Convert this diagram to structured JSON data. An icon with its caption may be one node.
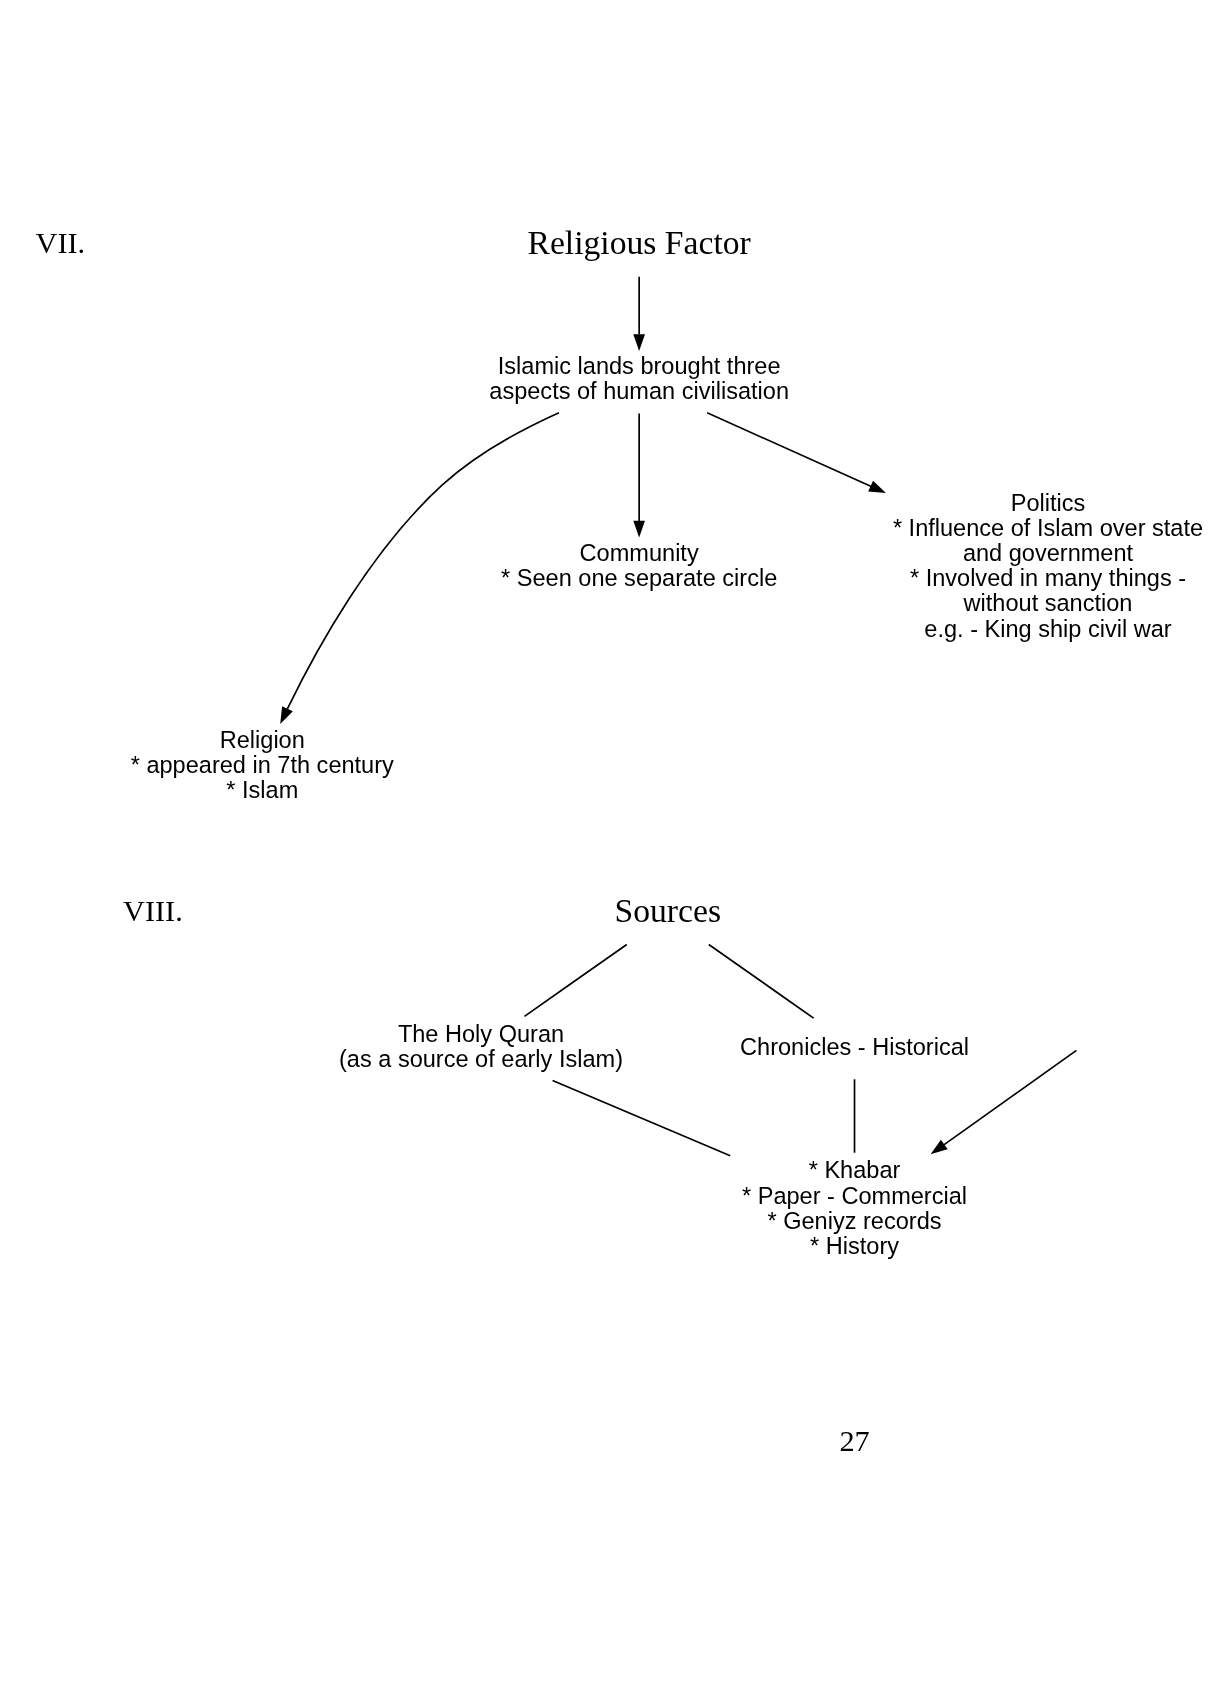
{
  "diagram": {
    "nodes": [
      {
        "text": [
          "Religious Factor"
        ]
      },
      {
        "text": [
          "Islamic lands brought three aspects of human civilisation"
        ]
      },
      {
        "text": [
          "Religion",
          "* appeared in 7th century",
          "* Islam"
        ]
      },
      {
        "text": [
          "Community",
          "* Seen one separate circle"
        ]
      },
      {
        "text": [
          "Politics",
          "* Influence of Islam over state and government",
          "* Involved in many things - without sanction",
          "e.g. - King ship civil war"
        ]
      },
      {
        "text": [
          "Sources"
        ]
      },
      {
        "text": [
          "The Holy Quran",
          "(as a source of early Islam)"
        ]
      },
      {
        "text": [
          "Chronicles - Historical"
        ]
      },
      {
        "text": [
          "* Khabar",
          "* Paper - Commercial",
          "* Geniyz records",
          "* History"
        ]
      }
    ],
    "edges": [
      {
        "from": 0,
        "to": 1,
        "arrow": "to"
      },
      {
        "from": 1,
        "to": 2,
        "arrow": "to"
      },
      {
        "from": 1,
        "to": 3,
        "arrow": "to"
      },
      {
        "from": 1,
        "to": 4,
        "arrow": "to"
      },
      {
        "from": 5,
        "to": 6,
        "arrow": "none"
      },
      {
        "from": 5,
        "to": 7,
        "arrow": "none"
      },
      {
        "from": 6,
        "to": 8,
        "arrow": "none"
      },
      {
        "from": 7,
        "to": 8,
        "arrow": "none"
      },
      {
        "from": null,
        "to": 8,
        "arrow": "to"
      }
    ],
    "labels": [
      "VII.",
      "VIII.",
      "27"
    ]
  }
}
